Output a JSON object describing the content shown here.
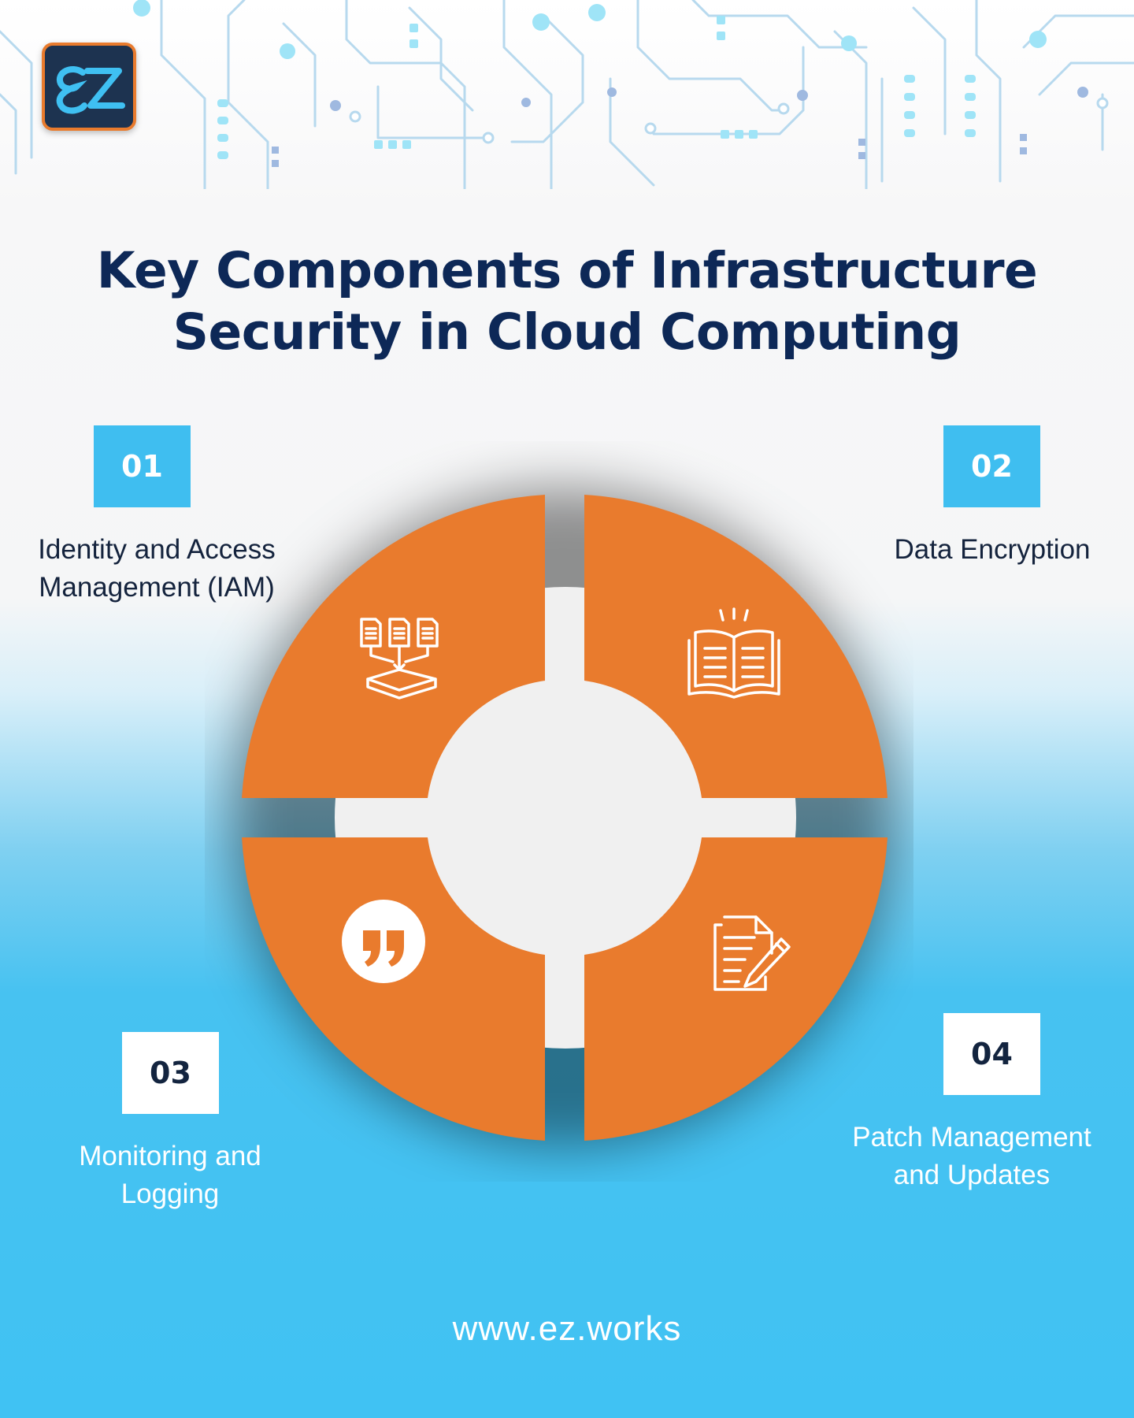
{
  "brand": {
    "logo_text": "EZ",
    "website": "www.ez.works"
  },
  "title": {
    "line1": "Key Components of Infrastructure",
    "line2": "Security in Cloud Computing"
  },
  "components": [
    {
      "number": "01",
      "label": "Identity and Access Management (IAM)",
      "icon": "documents-to-tray-icon"
    },
    {
      "number": "02",
      "label": "Data Encryption",
      "icon": "open-book-icon"
    },
    {
      "number": "03",
      "label": "Monitoring and Logging",
      "icon": "quote-bubble-icon"
    },
    {
      "number": "04",
      "label": "Patch Management and Updates",
      "icon": "document-pencil-icon"
    }
  ],
  "colors": {
    "accent": "#e97b2d",
    "navy": "#0d2857",
    "sky": "#3fbef0"
  }
}
